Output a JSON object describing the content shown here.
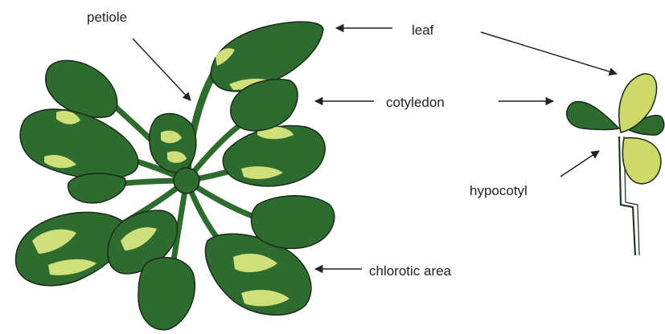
{
  "labels": {
    "petiole": "petiole",
    "leaf": "leaf",
    "cotyledon": "cotyledon",
    "hypocotyl": "hypocotyl",
    "chlorotic_area": "chlorotic area"
  },
  "colors": {
    "leaf_green": "#2e6b2e",
    "chlorotic_yellow": "#cfe07a",
    "seedling_leaf_yellow": "#cdd96a",
    "outline": "#1a2a1a",
    "arrow": "#222222"
  }
}
